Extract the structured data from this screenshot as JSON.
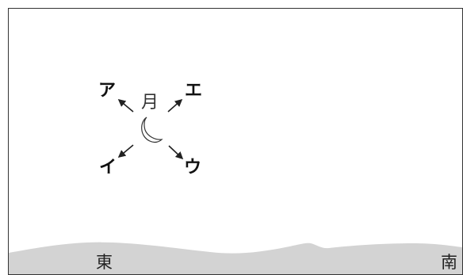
{
  "diagram": {
    "moon_label": "月",
    "choices": {
      "a": "ア",
      "e": "エ",
      "i": "イ",
      "u": "ウ"
    },
    "directions": {
      "left": "東",
      "right": "南"
    }
  },
  "colors": {
    "ground": "#d3d3d3",
    "frame": "#333333",
    "arrow": "#222222"
  }
}
